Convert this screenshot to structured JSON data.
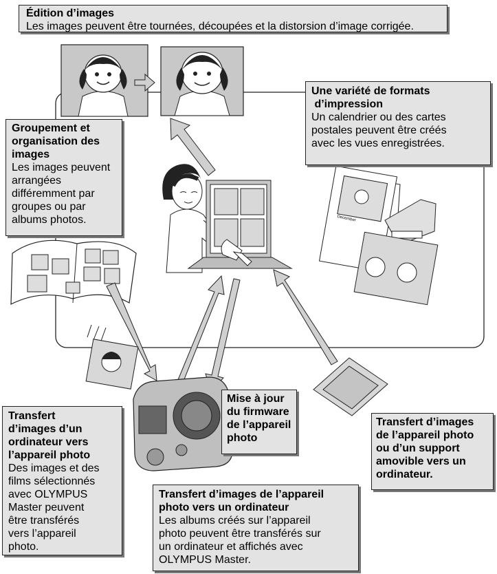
{
  "editing": {
    "title": "Édition d’images",
    "desc": "Les images peuvent être tournées, découpées et la distorsion d’image corrigée."
  },
  "print_formats": {
    "title_1": "Une variété de formats",
    "title_2": " d’impression",
    "desc_1": "Un calendrier ou des cartes",
    "desc_2": "postales peuvent être créés",
    "desc_3": "avec les vues enregistrées."
  },
  "grouping": {
    "title_1": "Groupement et",
    "title_2": "organisation des",
    "title_3": "images",
    "desc_1": "Les images peuvent",
    "desc_2": "arrangées",
    "desc_3": "différemment par",
    "desc_4": "groupes ou par",
    "desc_5": "albums photos."
  },
  "to_camera": {
    "title_1": "Transfert",
    "title_2": "d’images d’un",
    "title_3": "ordinateur vers",
    "title_4": "l’appareil photo",
    "desc_1": "Des images et des",
    "desc_2": "films sélectionnés",
    "desc_3": "avec OLYMPUS",
    "desc_4": "Master peuvent",
    "desc_5": "être transférés",
    "desc_6": "vers l’appareil",
    "desc_7": "photo."
  },
  "firmware": {
    "line_1": "Mise à jour",
    "line_2": "du firmware",
    "line_3": "de l’appareil",
    "line_4": "photo"
  },
  "removable": {
    "line_1": "Transfert d’images",
    "line_2": "de l’appareil photo",
    "line_3": "ou d’un support",
    "line_4": "amovible vers un",
    "line_5": "ordinateur."
  },
  "to_computer": {
    "title_1": "Transfert d’images de l’appareil",
    "title_2": "photo vers un ordinateur",
    "desc_1": "Les albums créés sur l’appareil",
    "desc_2": "photo peuvent être transférés sur",
    "desc_3": "un ordinateur et affichés avec",
    "desc_4": "OLYMPUS Master."
  },
  "illustration_labels": {
    "calendar_month": "December"
  },
  "colors": {
    "box_fill": "#e3e3e3",
    "arrow_fill": "#d0d0d0",
    "outline": "#222222"
  }
}
